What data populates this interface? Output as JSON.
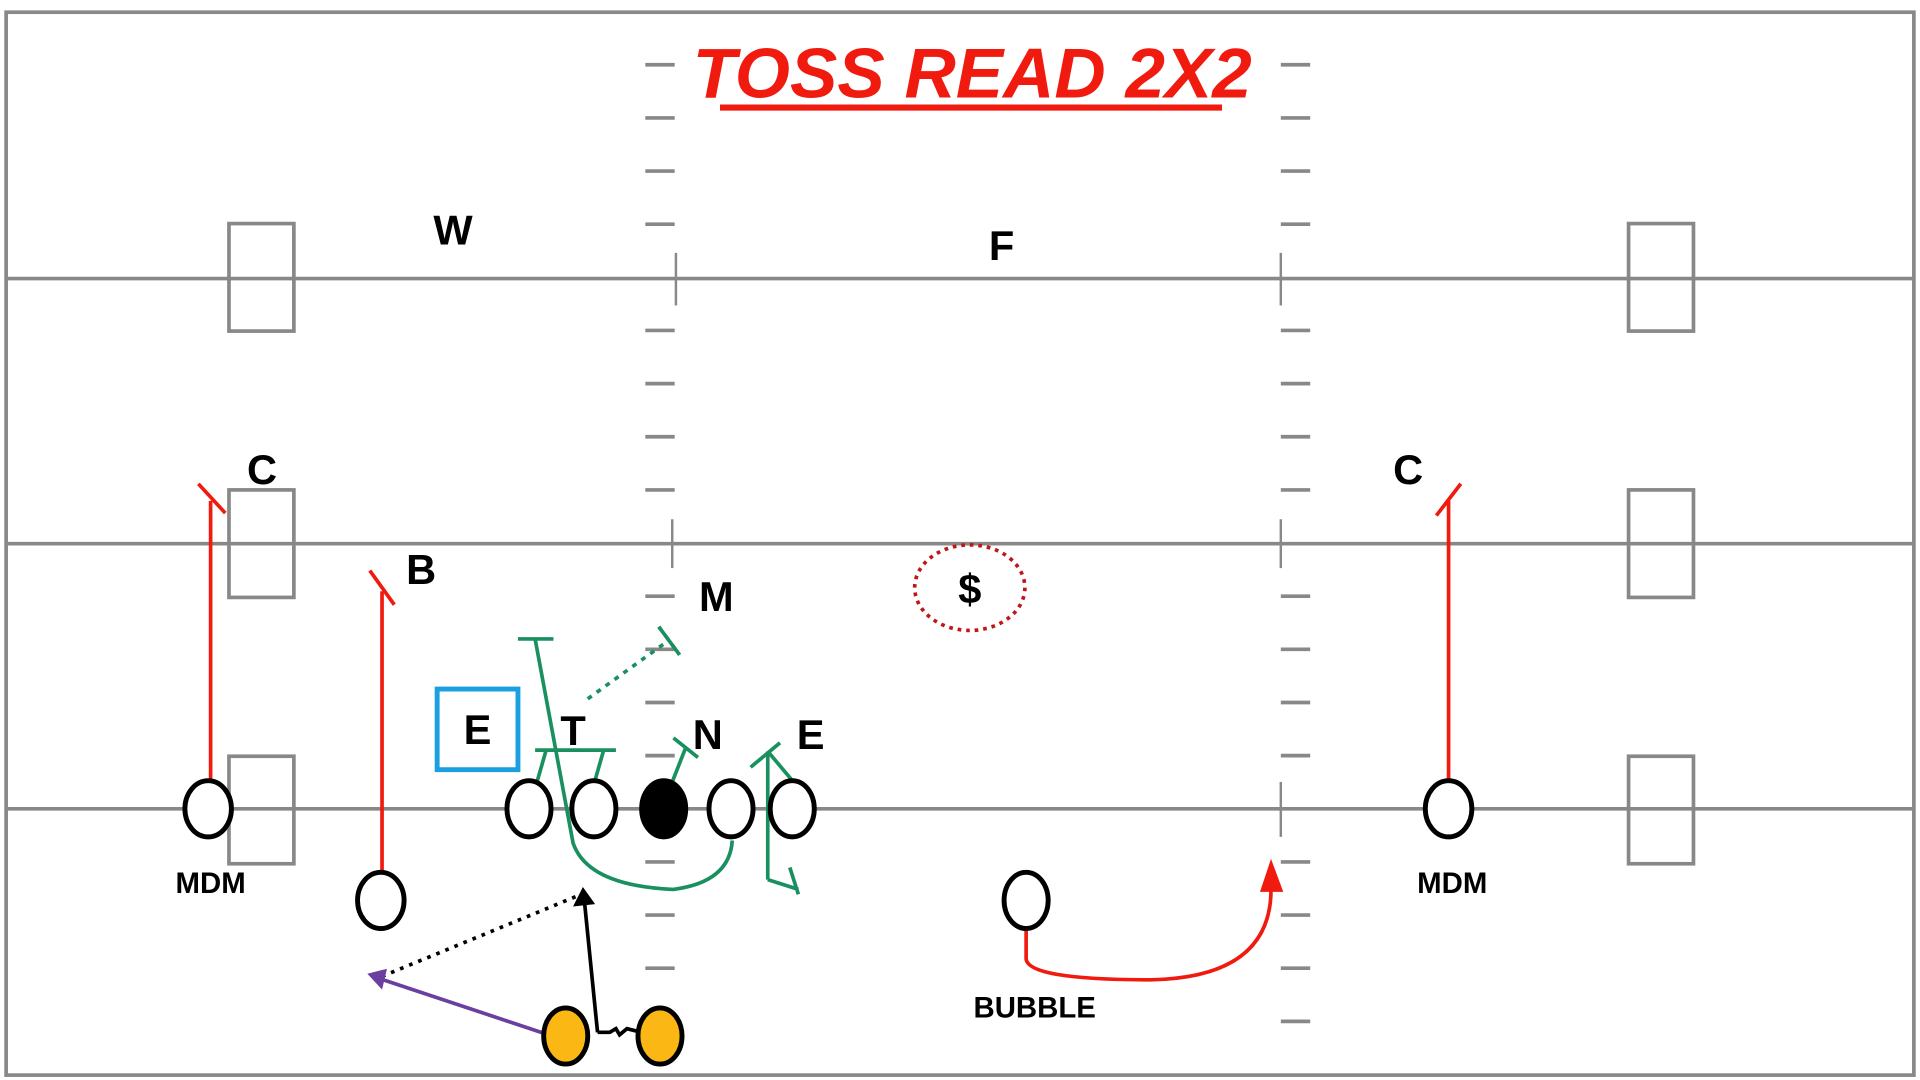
{
  "title": "TOSS READ 2X2",
  "colors": {
    "route_red": "#f01a0e",
    "block_green": "#1a9060",
    "highlight_blue": "#1aa0e0",
    "back_yellow": "#fbb714",
    "purple": "#6a3fa0",
    "field_line": "#888888"
  },
  "defense_labels": {
    "w": "W",
    "f": "F",
    "c_left": "C",
    "c_right": "C",
    "b": "B",
    "m": "M",
    "t": "T",
    "n": "N",
    "e_right": "E",
    "e_left_boxed": "E",
    "money": "$"
  },
  "offense_labels": {
    "mdm_left": "MDM",
    "mdm_right": "MDM",
    "bubble": "BUBBLE"
  }
}
